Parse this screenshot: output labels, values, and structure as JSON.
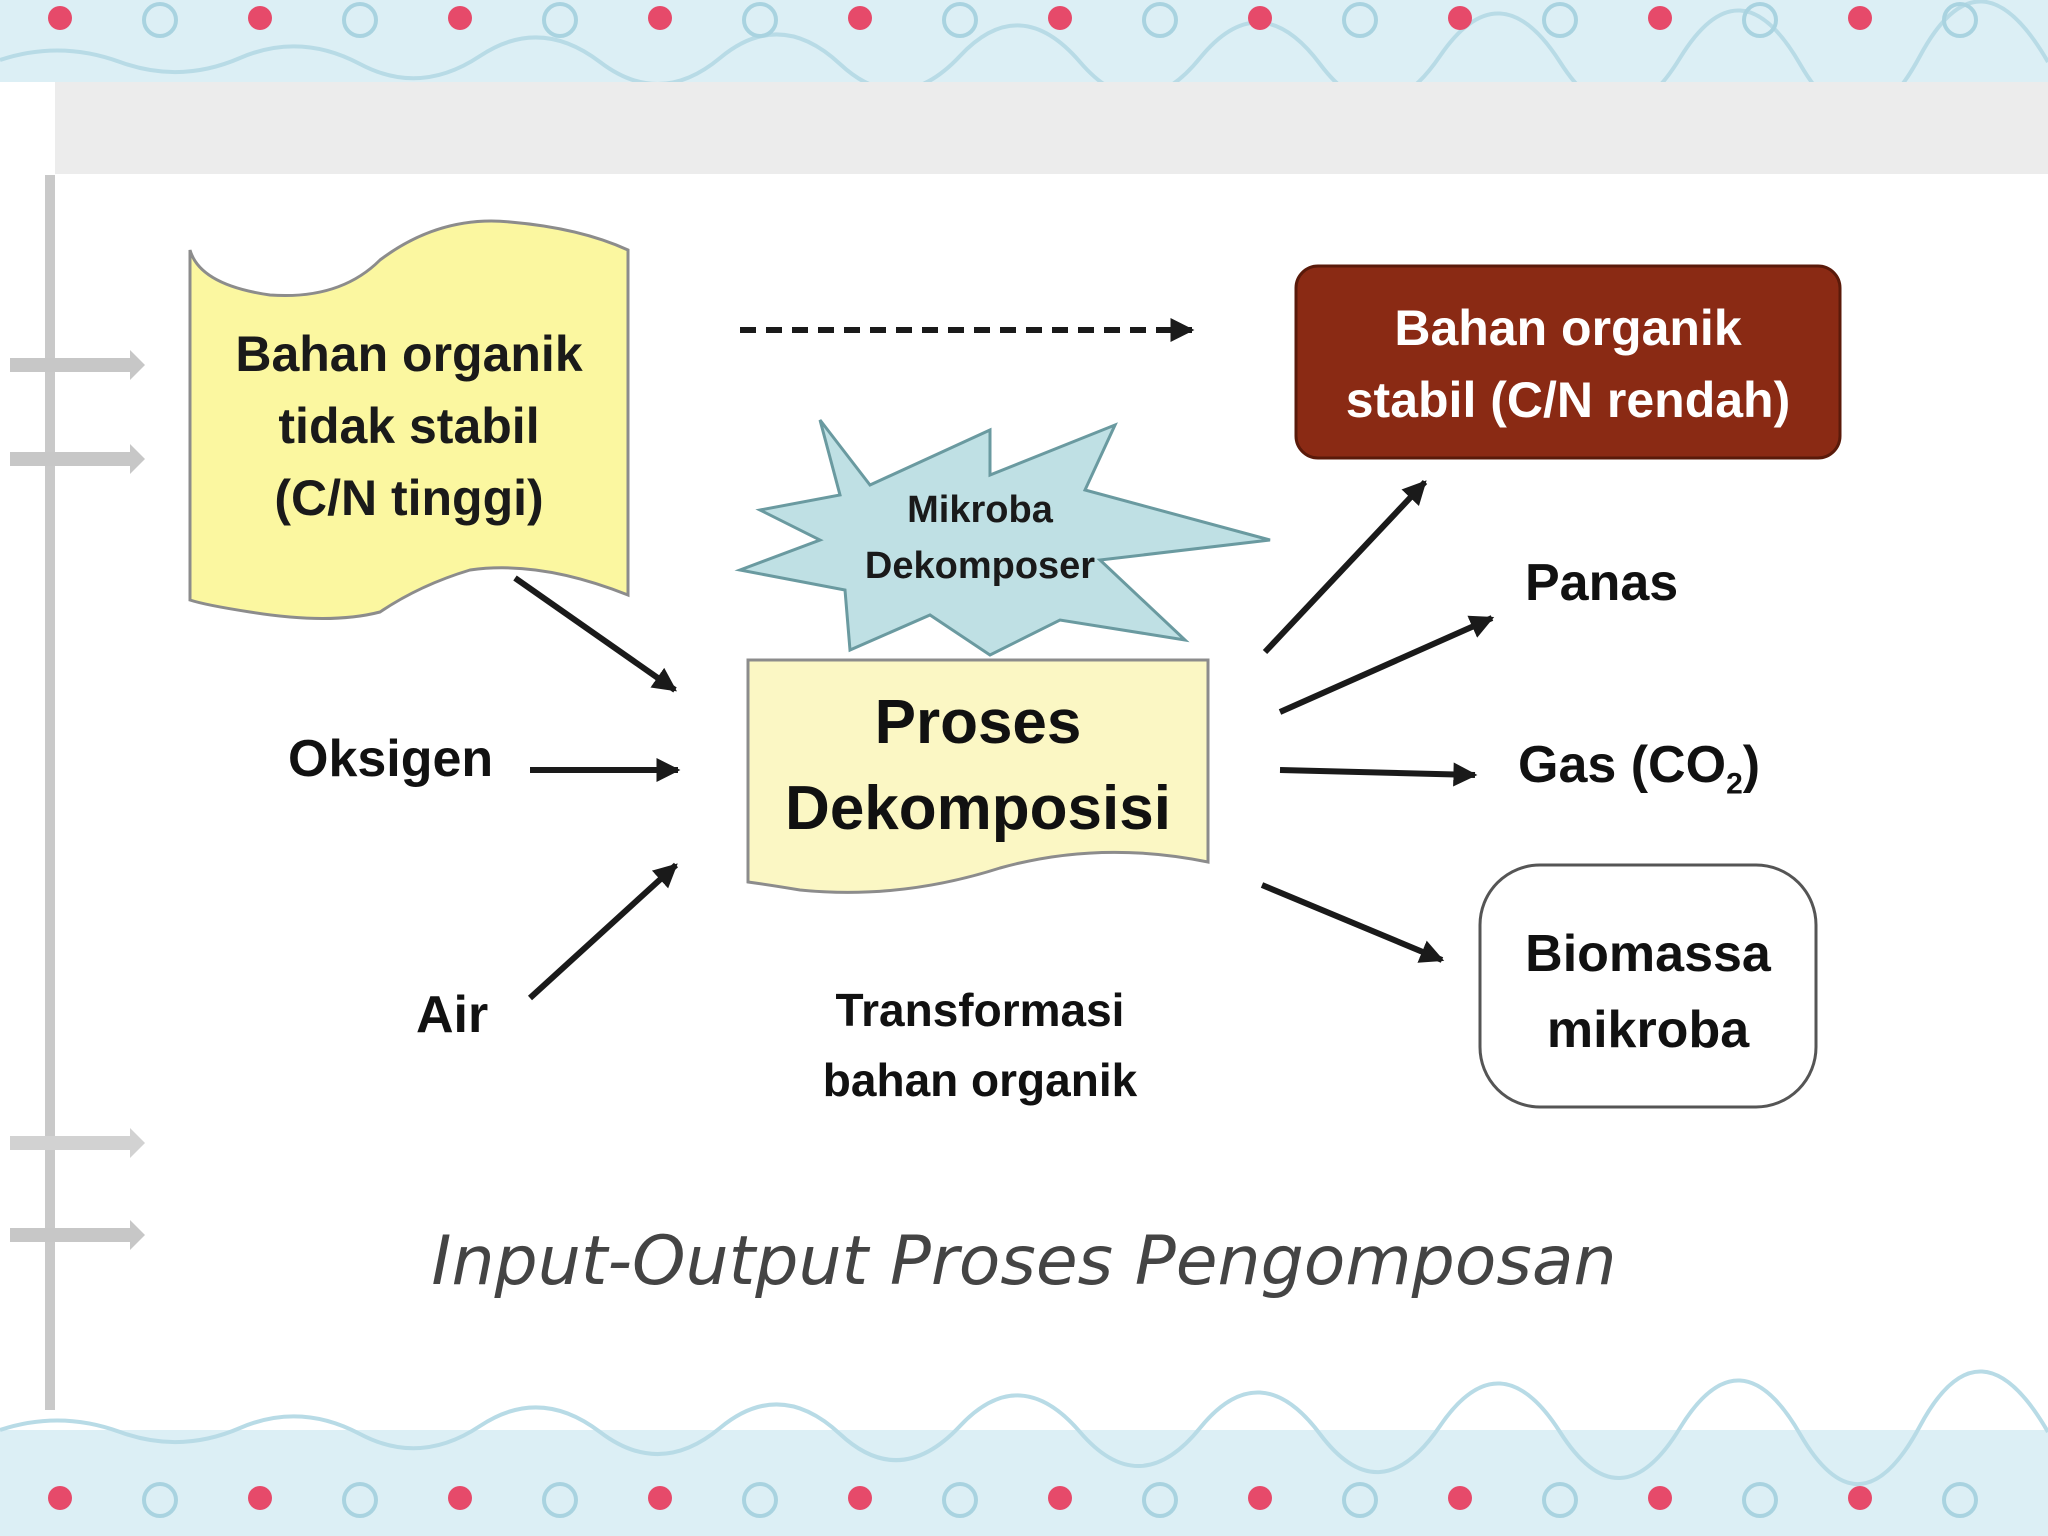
{
  "diagram": {
    "input_organic": {
      "line1": "Bahan organik",
      "line2": "tidak stabil",
      "line3": "(C/N tinggi)"
    },
    "output_stable": {
      "line1": "Bahan organik",
      "line2": "stabil (C/N rendah)"
    },
    "microbe": {
      "line1": "Mikroba",
      "line2": "Dekomposer"
    },
    "process": {
      "line1": "Proses",
      "line2": "Dekomposisi"
    },
    "inputs": {
      "oxygen": "Oksigen",
      "water": "Air"
    },
    "outputs": {
      "heat": "Panas",
      "gas": "Gas (CO",
      "gas_sub": "2",
      "gas_close": ")",
      "biomass_line1": "Biomassa",
      "biomass_line2": "mikroba"
    },
    "transformation": {
      "line1": "Transformasi",
      "line2": "bahan organik"
    },
    "caption": "Input-Output Proses Pengomposan"
  },
  "colors": {
    "input_fill": "#fbf7a0",
    "process_fill": "#fbf7c4",
    "stable_fill": "#8a2a14",
    "microbe_fill": "#bfe0e4",
    "border_band": "#dceff5",
    "accent_dots": "#e64a6a",
    "arrow": "#1a1a1a"
  }
}
